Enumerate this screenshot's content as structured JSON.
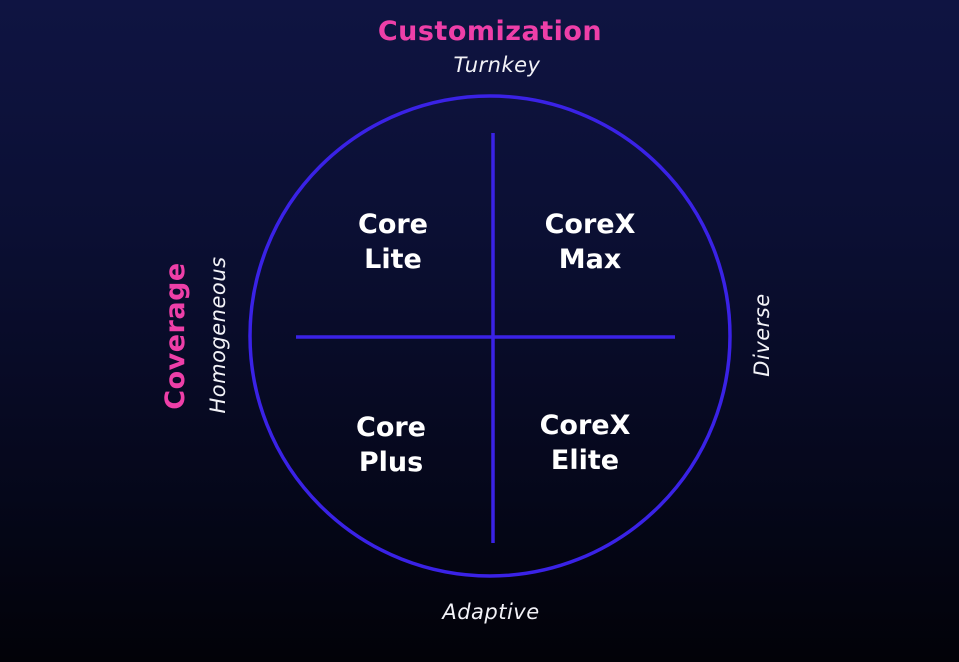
{
  "colors": {
    "accent": "#ee3fa8",
    "circle": "#3a22e6",
    "text": "#ffffff",
    "background_top": "#0f1442",
    "background_bottom": "#020208"
  },
  "axes": {
    "vertical": {
      "title": "Customization",
      "top_label": "Turnkey",
      "bottom_label": "Adaptive"
    },
    "horizontal": {
      "title": "Coverage",
      "left_label": "Homogeneous",
      "right_label": "Diverse"
    }
  },
  "quadrants": {
    "top_left": {
      "line1": "Core",
      "line2": "Lite"
    },
    "top_right": {
      "line1": "CoreX",
      "line2": "Max"
    },
    "bottom_left": {
      "line1": "Core",
      "line2": "Plus"
    },
    "bottom_right": {
      "line1": "CoreX",
      "line2": "Elite"
    }
  }
}
